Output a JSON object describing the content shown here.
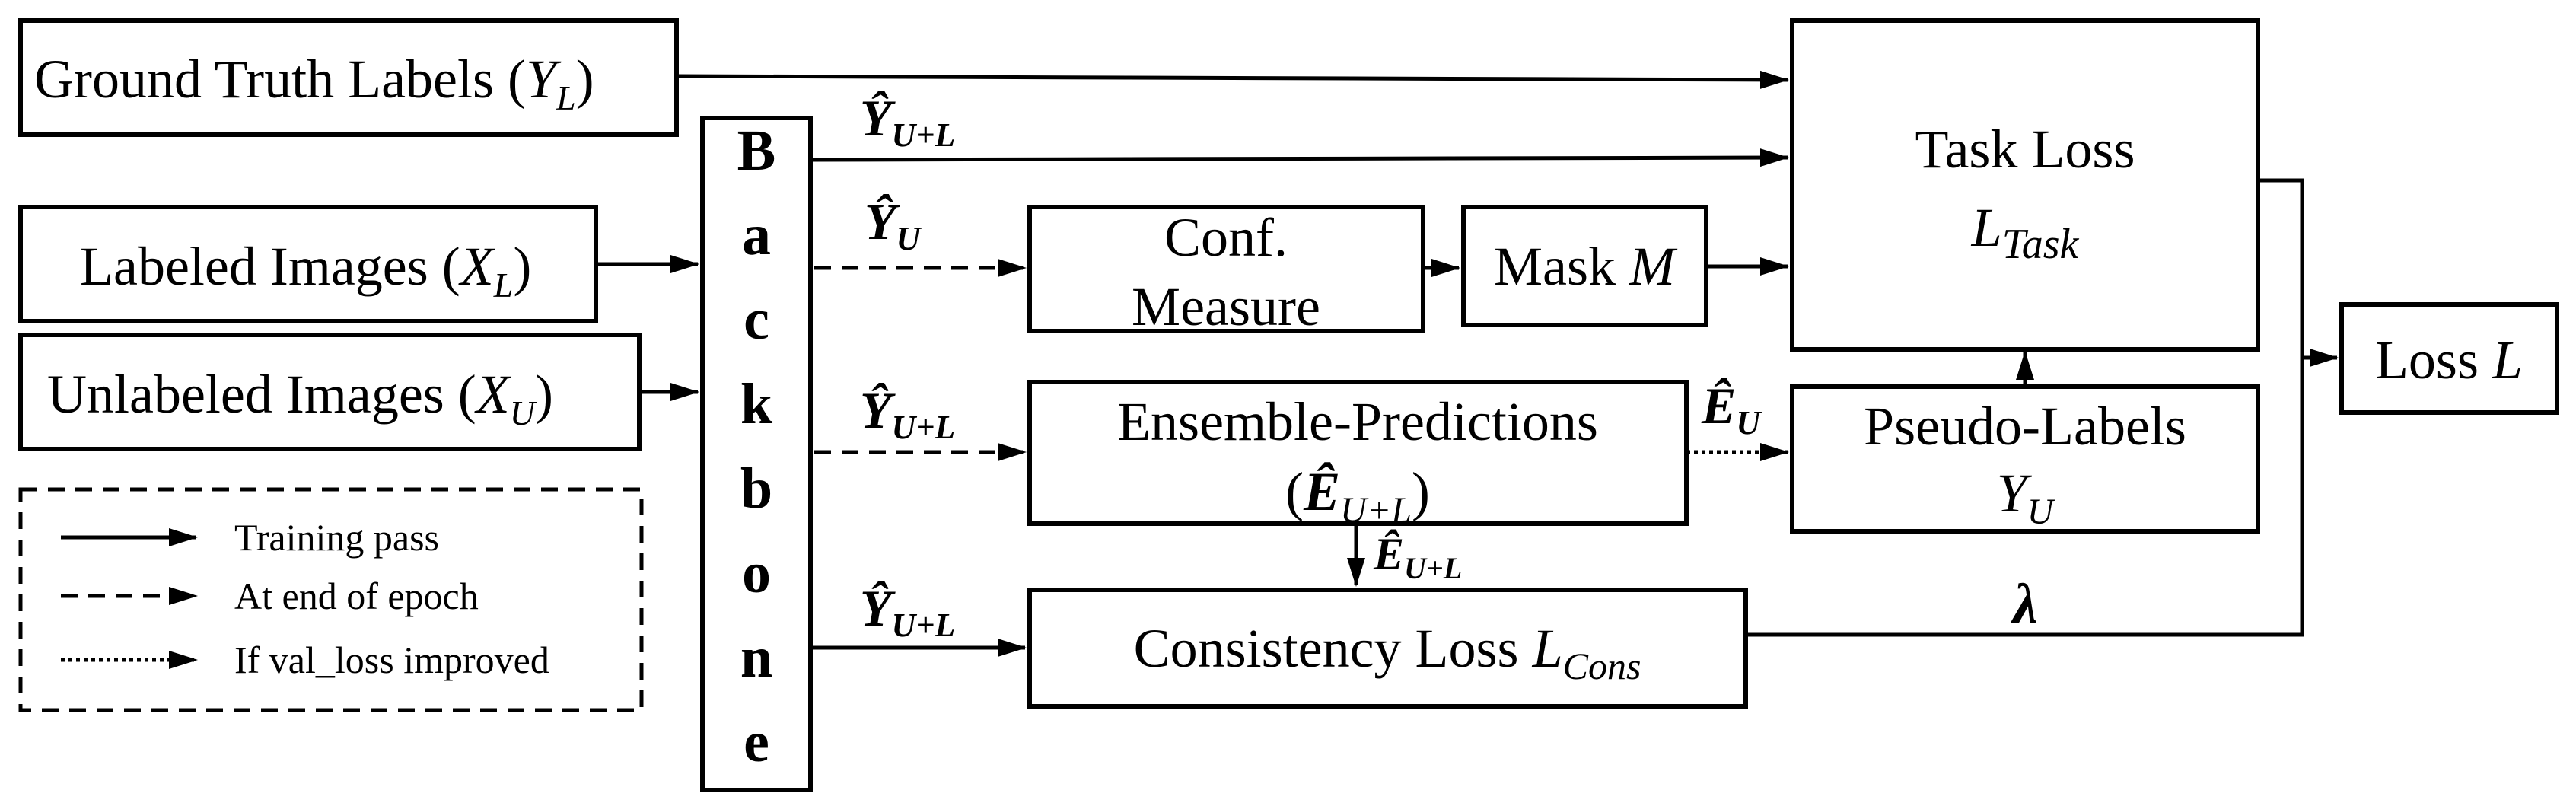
{
  "nodes": {
    "ground_truth": {
      "text": "Ground Truth Labels ",
      "sym": "Y",
      "sub": "L"
    },
    "labeled": {
      "text": "Labeled Images ",
      "sym": "X",
      "sub": "L"
    },
    "unlabeled": {
      "text": "Unlabeled Images ",
      "sym": "X",
      "sub": "U"
    },
    "backbone": [
      "B",
      "a",
      "c",
      "k",
      "b",
      "o",
      "n",
      "e"
    ],
    "conf": {
      "line1": "Conf.",
      "line2": "Measure"
    },
    "mask": {
      "text": "Mask ",
      "sym": "M"
    },
    "task_loss": {
      "line1": "Task Loss",
      "sym": "L",
      "sub": "Task"
    },
    "loss": {
      "text": "Loss ",
      "sym": "L"
    },
    "ensemble": {
      "line1": "Ensemble-Predictions",
      "sym": "Ê",
      "sub": "U+L"
    },
    "pseudo": {
      "line1": "Pseudo-Labels",
      "sym": "Y",
      "sub": "U"
    },
    "consistency": {
      "text": "Consistency Loss ",
      "sym": "L",
      "sub": "Cons"
    }
  },
  "edge_labels": {
    "y_hat_ul_top": {
      "sym": "Ŷ",
      "sub": "U+L"
    },
    "y_hat_u": {
      "sym": "Ŷ",
      "sub": "U"
    },
    "y_hat_ul_mid": {
      "sym": "Ŷ",
      "sub": "U+L"
    },
    "y_hat_ul_bottom": {
      "sym": "Ŷ",
      "sub": "U+L"
    },
    "e_hat_u": {
      "sym": "Ê",
      "sub": "U"
    },
    "e_hat_ul": {
      "sym": "Ê",
      "sub": "U+L"
    },
    "lambda": "λ"
  },
  "legend": {
    "items": [
      {
        "style": "solid",
        "label": "Training pass"
      },
      {
        "style": "dashed",
        "label": "At end of epoch"
      },
      {
        "style": "dotted",
        "label": "If val_loss improved"
      }
    ]
  }
}
